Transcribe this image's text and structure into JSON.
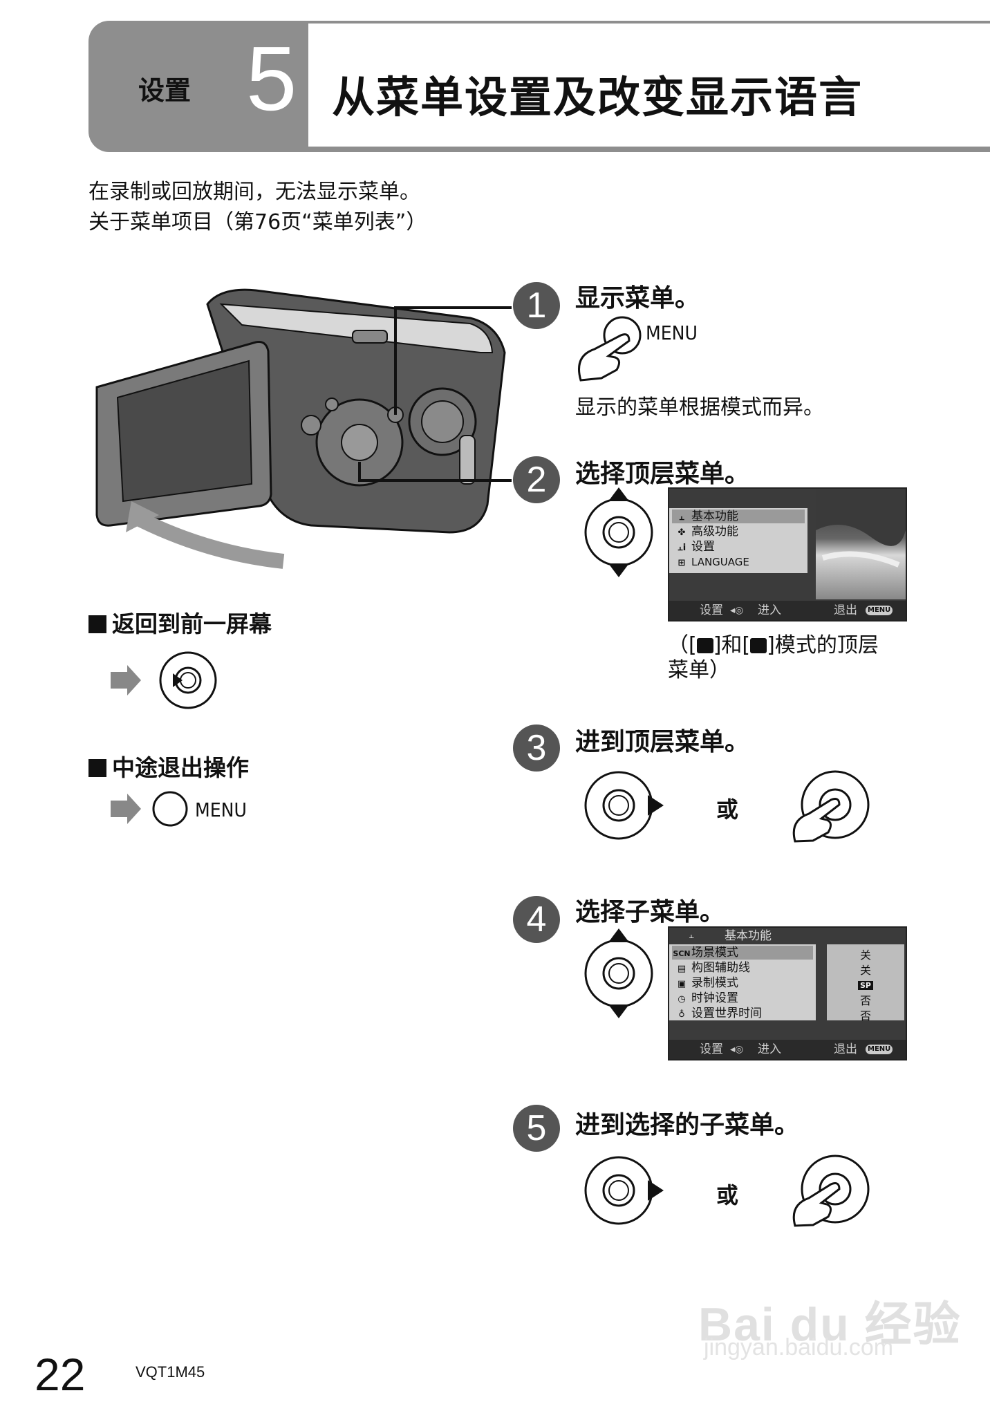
{
  "header": {
    "section": "设置",
    "number": "5",
    "title": "从菜单设置及改变显示语言"
  },
  "intro": {
    "line1": "在录制或回放期间，无法显示菜单。",
    "line2": "关于菜单项目（第76页“菜单列表”）"
  },
  "steps": [
    {
      "num": "1",
      "title": "显示菜单。",
      "button": "MENU",
      "note": "显示的菜单根据模式而异。"
    },
    {
      "num": "2",
      "title": "选择顶层菜单。",
      "caption1": "（[",
      "caption2": "]和[",
      "caption3": "]模式的顶层",
      "caption4": "菜单）"
    },
    {
      "num": "3",
      "title": "进到顶层菜单。",
      "or": "或"
    },
    {
      "num": "4",
      "title": "选择子菜单。"
    },
    {
      "num": "5",
      "title": "进到选择的子菜单。",
      "or": "或"
    }
  ],
  "top_menu": {
    "items": [
      {
        "icon": "⫠",
        "label": "基本功能"
      },
      {
        "icon": "✤",
        "label": "高级功能"
      },
      {
        "icon": "⫠i",
        "label": "设置"
      },
      {
        "icon": "⊞",
        "label": "LANGUAGE"
      }
    ],
    "bar_left": "设置",
    "bar_mid": "进入",
    "bar_right": "退出",
    "bar_badge": "MENU"
  },
  "sub_menu": {
    "header": "基本功能",
    "items": [
      {
        "icon": "SCN",
        "label": "场景模式",
        "value": "关"
      },
      {
        "icon": "▤",
        "label": "构图辅助线",
        "value": "关"
      },
      {
        "icon": "▣",
        "label": "录制模式",
        "value": "SP"
      },
      {
        "icon": "◷",
        "label": "时钟设置",
        "value": "否"
      },
      {
        "icon": "♁",
        "label": "设置世界时间",
        "value": "否"
      }
    ],
    "bar_left": "设置",
    "bar_mid": "进入",
    "bar_right": "退出",
    "bar_badge": "MENU"
  },
  "side": {
    "back": {
      "title": "返回到前一屏幕"
    },
    "exit": {
      "title": "中途退出操作",
      "button": "MENU"
    }
  },
  "footer": {
    "page": "22",
    "code": "VQT1M45"
  },
  "watermark": {
    "brand": "Bai du 经验",
    "url": "jingyan.baidu.com"
  }
}
